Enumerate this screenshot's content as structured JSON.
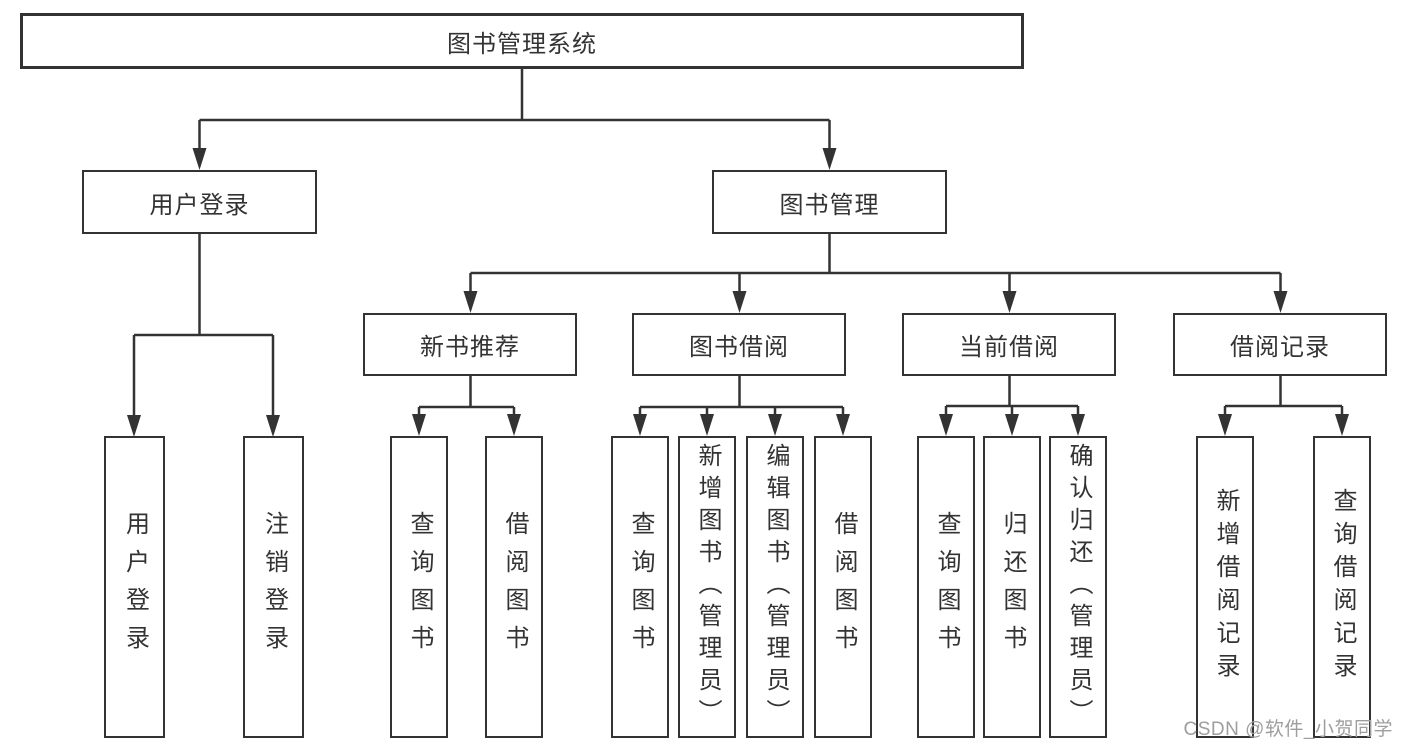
{
  "diagram_title": "图书管理系统",
  "watermark": "CSDN @软件_小贺同学",
  "colors": {
    "line": "#333333",
    "box_border": "#333333",
    "box_background": "#ffffff",
    "text": "#333333",
    "watermark": "#9e9e9e"
  },
  "tree": {
    "label": "图书管理系统",
    "children": [
      {
        "label": "用户登录",
        "children": [
          {
            "label": "用户登录"
          },
          {
            "label": "注销登录"
          }
        ]
      },
      {
        "label": "图书管理",
        "children": [
          {
            "label": "新书推荐",
            "children": [
              {
                "label": "查询图书"
              },
              {
                "label": "借阅图书"
              }
            ]
          },
          {
            "label": "图书借阅",
            "children": [
              {
                "label": "查询图书"
              },
              {
                "label": "新增图书（管理员）"
              },
              {
                "label": "编辑图书（管理员）"
              },
              {
                "label": "借阅图书"
              }
            ]
          },
          {
            "label": "当前借阅",
            "children": [
              {
                "label": "查询图书"
              },
              {
                "label": "归还图书"
              },
              {
                "label": "确认归还（管理员）"
              }
            ]
          },
          {
            "label": "借阅记录",
            "children": [
              {
                "label": "新增借阅记录"
              },
              {
                "label": "查询借阅记录"
              }
            ]
          }
        ]
      }
    ]
  }
}
